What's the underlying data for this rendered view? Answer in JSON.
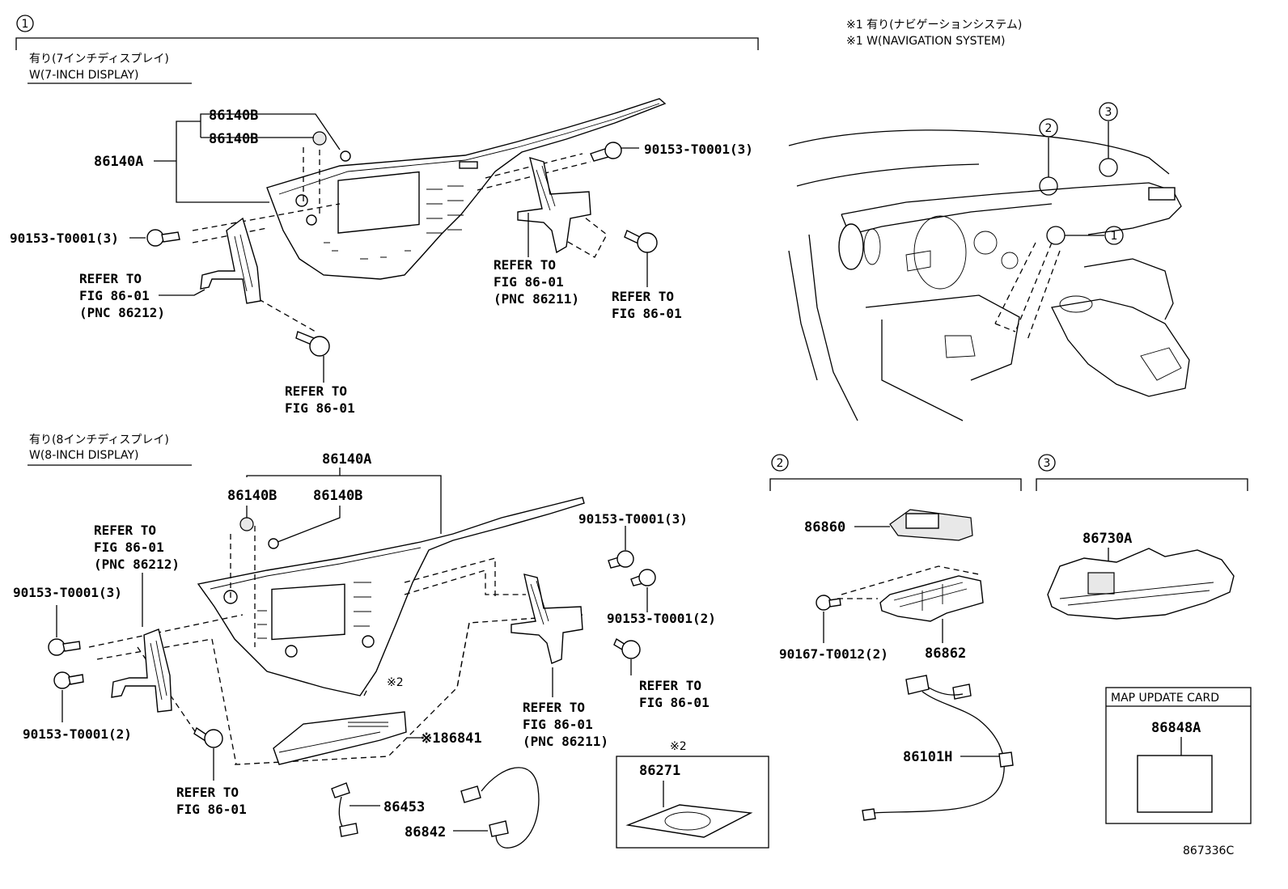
{
  "diagram_id": "867336C",
  "notes": {
    "nav_jp": "※1 有り(ナビゲーションシステム)",
    "nav_en": "※1 W(NAVIGATION SYSTEM)"
  },
  "callouts": [
    "1",
    "2",
    "3"
  ],
  "group1": {
    "display7": {
      "jp": "有り(7インチディスプレイ)",
      "en": "W(7-INCH DISPLAY)"
    },
    "display8": {
      "jp": "有り(8インチディスプレイ)",
      "en": "W(8-INCH DISPLAY)"
    }
  },
  "labels7": {
    "p86140B_1": "86140B",
    "p86140B_2": "86140B",
    "p86140A": "86140A",
    "screw_right": "90153-T0001(3)",
    "screw_left": "90153-T0001(3)",
    "ref_left": [
      "REFER TO",
      "FIG 86-01",
      "(PNC 86212)"
    ],
    "ref_mid": [
      "REFER TO",
      "FIG 86-01",
      "(PNC 86211)"
    ],
    "ref_right": [
      "REFER TO",
      "FIG 86-01"
    ],
    "ref_bottom": [
      "REFER TO",
      "FIG 86-01"
    ]
  },
  "labels8": {
    "p86140A": "86140A",
    "p86140B_1": "86140B",
    "p86140B_2": "86140B",
    "ref_topleft": [
      "REFER TO",
      "FIG 86-01",
      "(PNC 86212)"
    ],
    "screw_topright": "90153-T0001(3)",
    "screw_left1": "90153-T0001(3)",
    "screw_right2": "90153-T0001(2)",
    "screw_left2": "90153-T0001(2)",
    "ref_right": [
      "REFER TO",
      "FIG 86-01"
    ],
    "ref_mid": [
      "REFER TO",
      "FIG 86-01",
      "(PNC 86211)"
    ],
    "ref_bottomleft": [
      "REFER TO",
      "FIG 86-01"
    ],
    "note2": "※2",
    "p86841": "※186841",
    "p86453": "86453",
    "p86842": "86842"
  },
  "box_note2": {
    "mark": "※2",
    "part": "86271"
  },
  "group2": {
    "p86860": "86860",
    "p86862": "86862",
    "screw": "90167-T0012(2)",
    "p86101H": "86101H"
  },
  "group3": {
    "p86730A": "86730A"
  },
  "map_card": {
    "title": "MAP UPDATE CARD",
    "part": "86848A"
  }
}
